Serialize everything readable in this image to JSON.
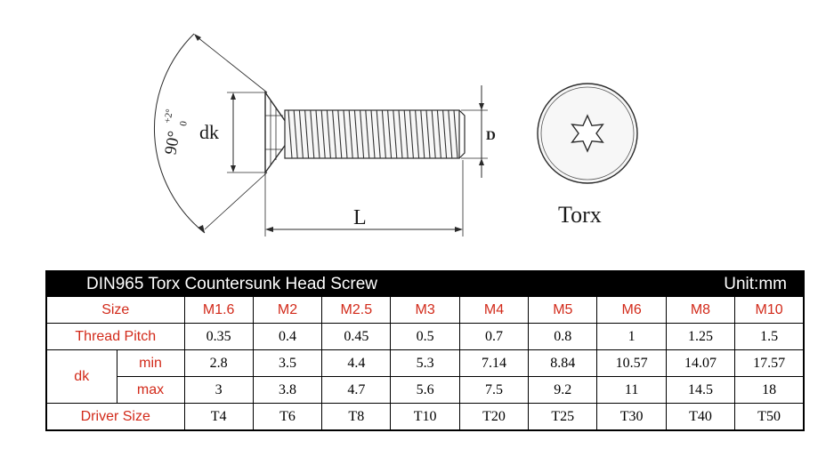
{
  "drawing": {
    "angle_label": "90°",
    "angle_sub": "0",
    "angle_sup": "+2°",
    "dk_label": "dk",
    "length_label": "L",
    "diameter_label": "D",
    "drive_label": "Torx"
  },
  "table": {
    "title": "DIN965 Torx Countersunk Head Screw",
    "unit": "Unit:mm",
    "size_label": "Size",
    "sizes": [
      "M1.6",
      "M2",
      "M2.5",
      "M3",
      "M4",
      "M5",
      "M6",
      "M8",
      "M10"
    ],
    "pitch_label": "Thread Pitch",
    "pitch": [
      "0.35",
      "0.4",
      "0.45",
      "0.5",
      "0.7",
      "0.8",
      "1",
      "1.25",
      "1.5"
    ],
    "dk_label": "dk",
    "min_label": "min",
    "dk_min": [
      "2.8",
      "3.5",
      "4.4",
      "5.3",
      "7.14",
      "8.84",
      "10.57",
      "14.07",
      "17.57"
    ],
    "max_label": "max",
    "dk_max": [
      "3",
      "3.8",
      "4.7",
      "5.6",
      "7.5",
      "9.2",
      "11",
      "14.5",
      "18"
    ],
    "driver_label": "Driver Size",
    "driver": [
      "T4",
      "T6",
      "T8",
      "T10",
      "T20",
      "T25",
      "T30",
      "T40",
      "T50"
    ]
  }
}
